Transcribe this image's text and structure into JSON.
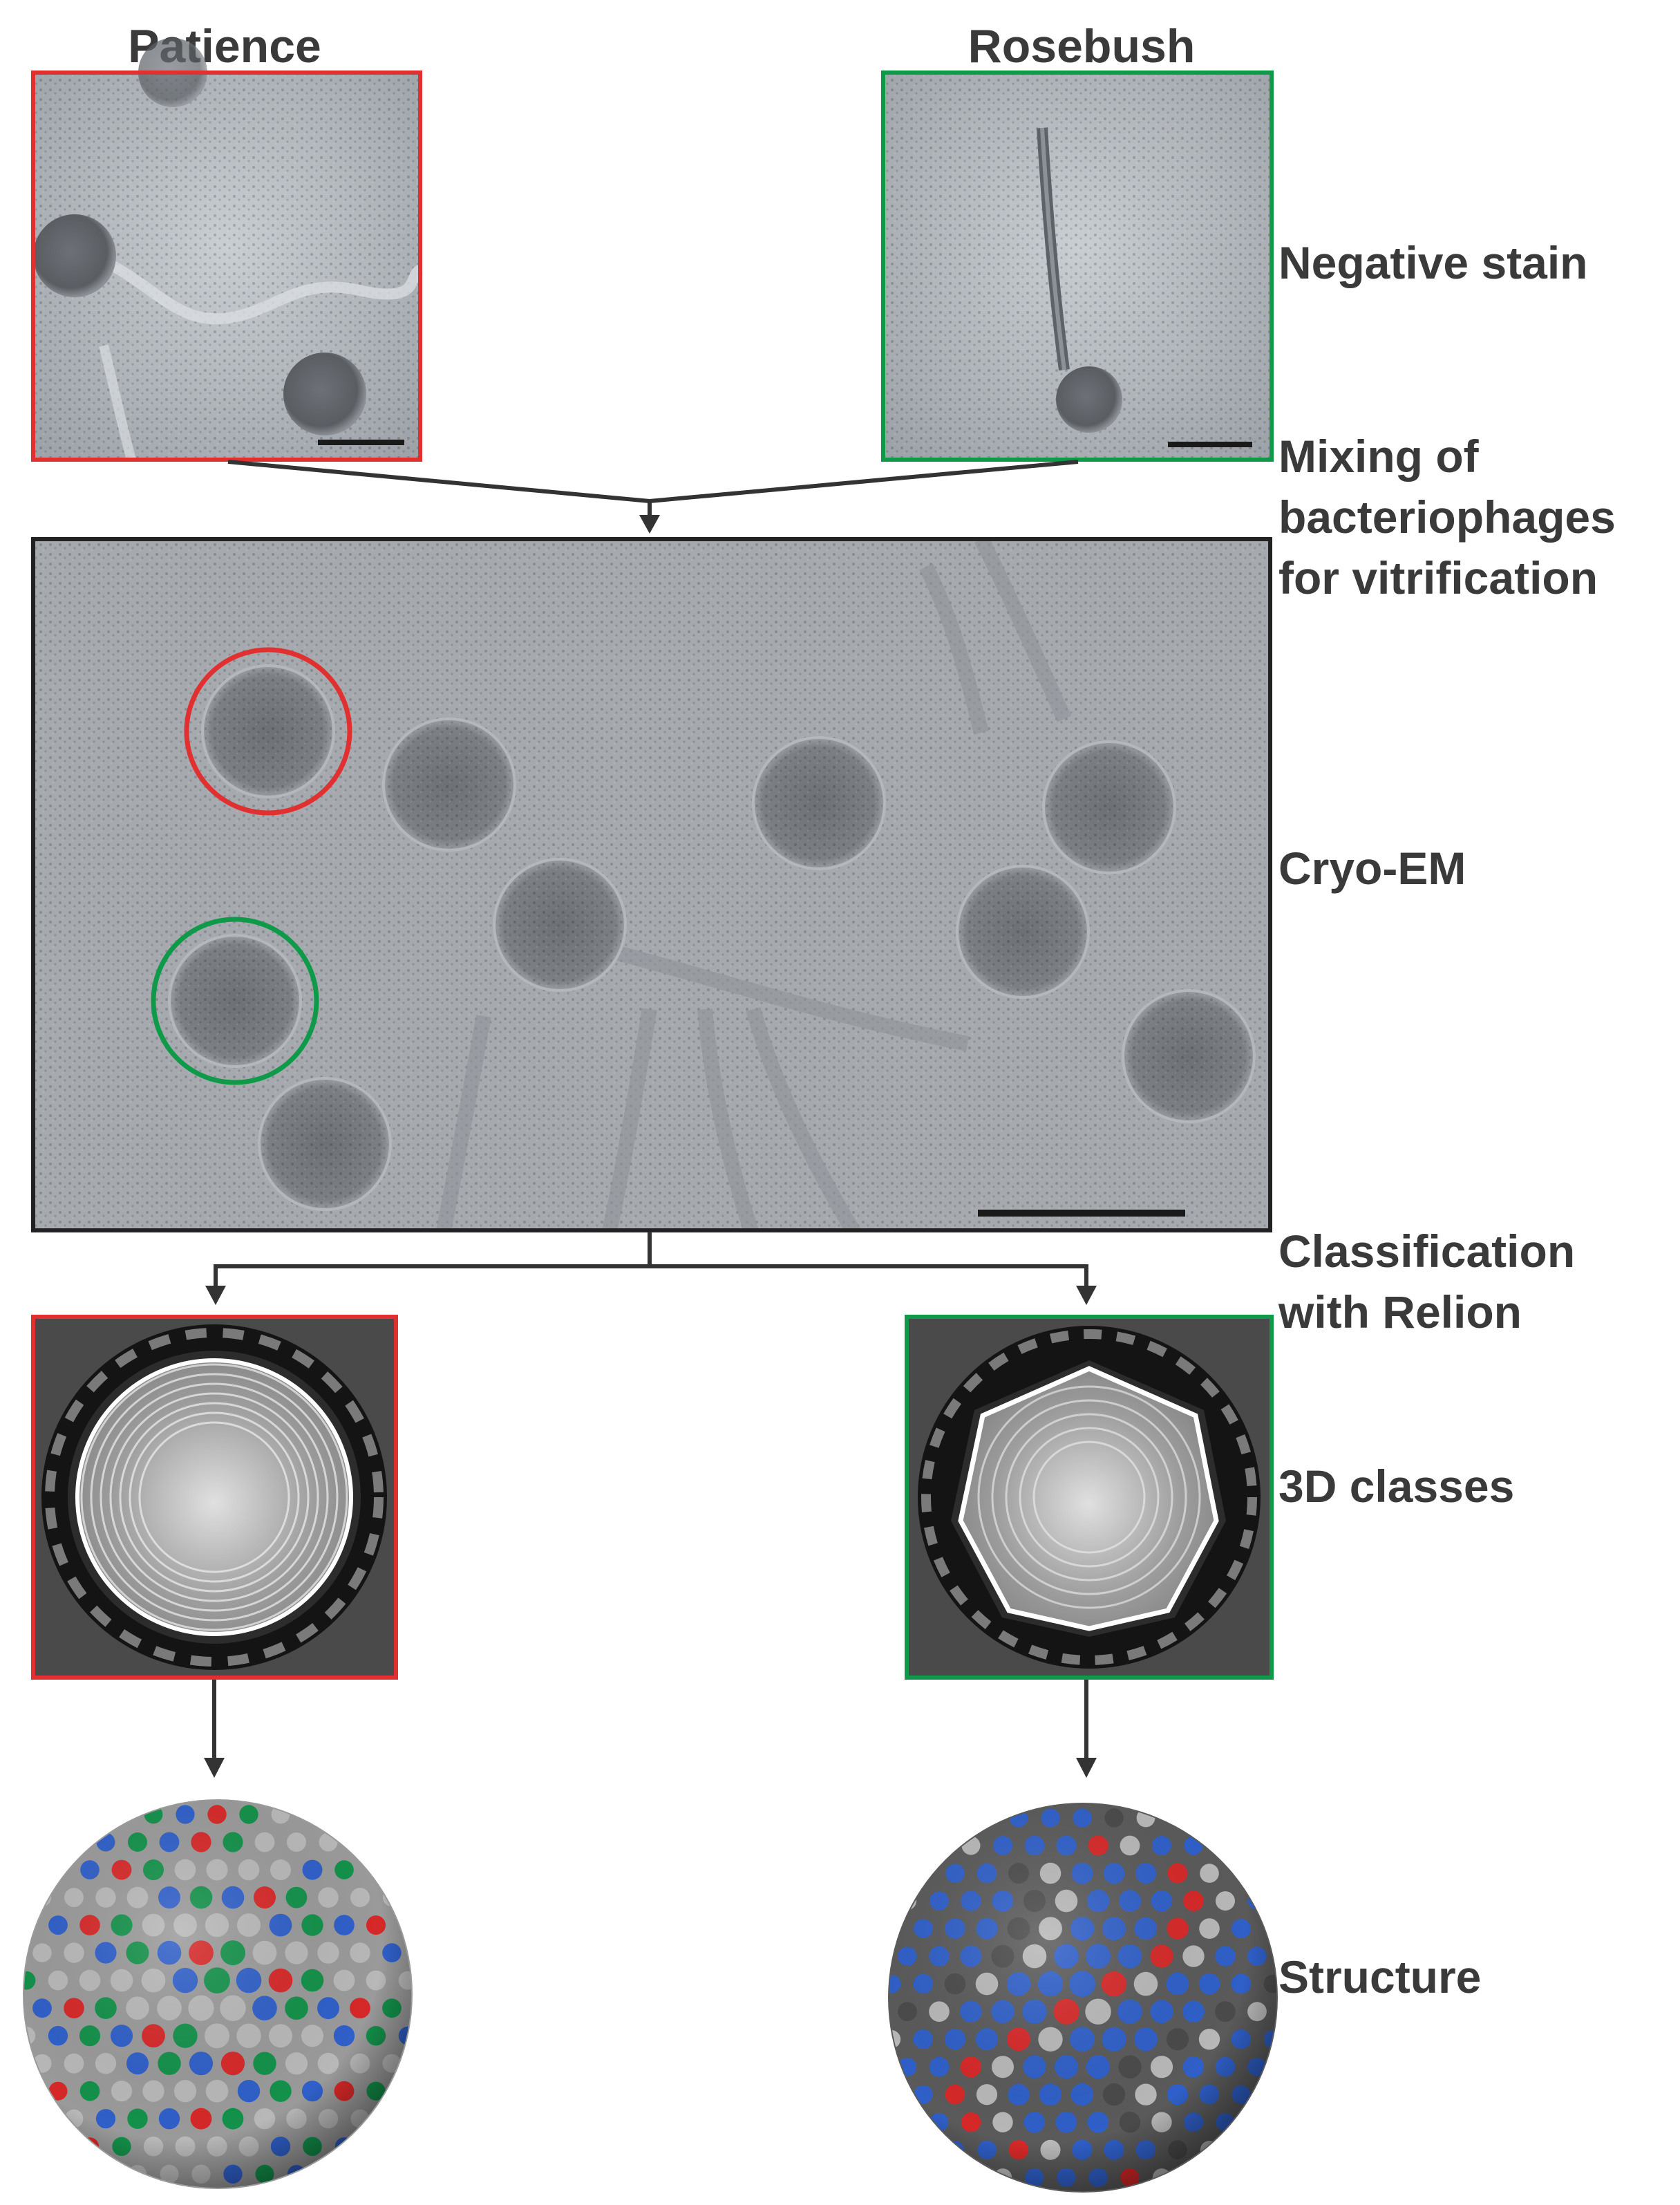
{
  "columns": {
    "left": {
      "title": "Patience",
      "color": "#e03030"
    },
    "right": {
      "title": "Rosebush",
      "color": "#0f9a4a"
    }
  },
  "steps": {
    "negative_stain": "Negative stain",
    "mixing": [
      "Mixing of",
      "bacteriophages",
      "for vitrification"
    ],
    "cryo_em": "Cryo-EM",
    "classification": [
      "Classification",
      "with Relion"
    ],
    "classes_3d": "3D classes",
    "structure": "Structure"
  },
  "colors": {
    "text": "#3a3a3a",
    "arrow": "#333333",
    "frame": "#222222",
    "micrograph_bg": "#a8abb0",
    "stain_bg": "#b9bec4",
    "class_bg": "#4a4a4a",
    "capsid_gray": "#b8b8b8",
    "capsid_blue": "#2f5fc8",
    "capsid_green": "#13914a",
    "capsid_red": "#d62828"
  }
}
